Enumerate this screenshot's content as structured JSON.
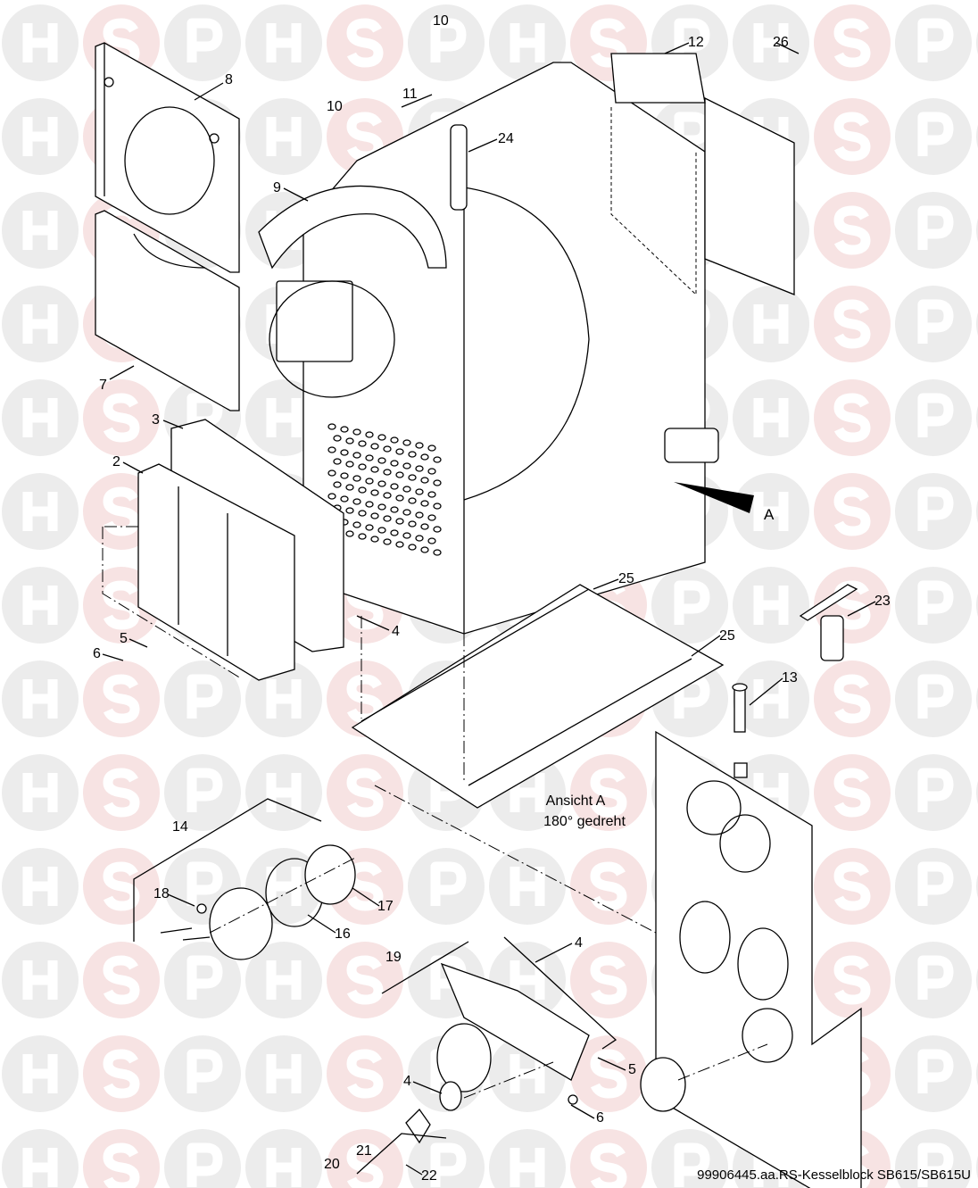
{
  "watermark": {
    "letters": [
      "H",
      "S",
      "P"
    ],
    "colors": {
      "H": "#ececec",
      "S": "#f7e3e3",
      "P": "#ececec"
    }
  },
  "labels": {
    "l8": "8",
    "l26": "26",
    "l12": "12",
    "l10a": "10",
    "l11": "11",
    "l10b": "10",
    "l24": "24",
    "l9": "9",
    "l7": "7",
    "l3": "3",
    "l2": "2",
    "lA": "A",
    "l25a": "25",
    "l23": "23",
    "l5a": "5",
    "l6a": "6",
    "l4a": "4",
    "l25b": "25",
    "l13": "13",
    "l14": "14",
    "l18": "18",
    "l17": "17",
    "l16": "16",
    "l19": "19",
    "l4b": "4",
    "l4c": "4",
    "l5b": "5",
    "l6b": "6",
    "l21": "21",
    "l20": "20",
    "l22": "22"
  },
  "view_note": {
    "line1": "Ansicht A",
    "line2": "180° gedreht"
  },
  "caption": "99906445.aa.RS-Kesselblock SB615/SB615U"
}
